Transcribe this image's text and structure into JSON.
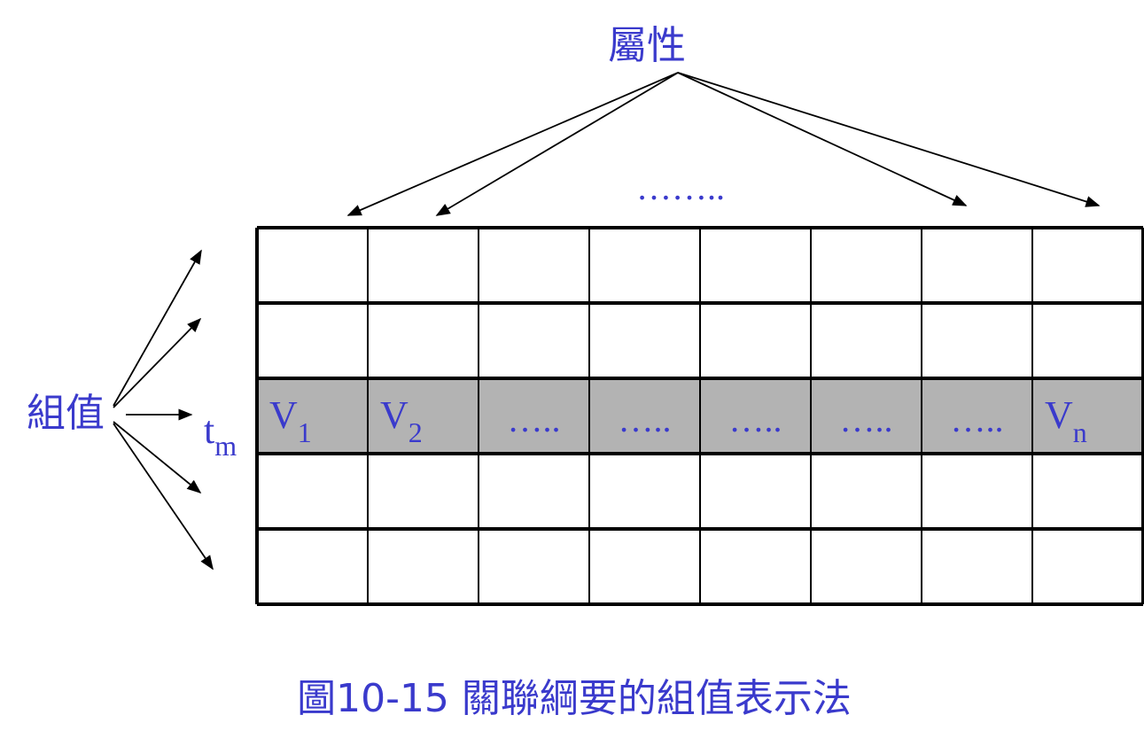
{
  "colors": {
    "text": "#3a3acc",
    "grid": "#000000",
    "highlight": "#b3b3b3",
    "arrow": "#000000"
  },
  "attribute_label": "屬性",
  "attribute_ellipsis": "……..",
  "tuple_label": "組值",
  "row_label": {
    "base": "t",
    "sub": "m"
  },
  "table": {
    "columns": 8,
    "rows": 5,
    "highlight_row": 3,
    "highlight_cells": [
      {
        "base": "V",
        "sub": "1"
      },
      {
        "base": "V",
        "sub": "2"
      },
      {
        "base": "…..",
        "sub": ""
      },
      {
        "base": "…..",
        "sub": ""
      },
      {
        "base": "…..",
        "sub": ""
      },
      {
        "base": "…..",
        "sub": ""
      },
      {
        "base": "…..",
        "sub": ""
      },
      {
        "base": "V",
        "sub": "n"
      }
    ]
  },
  "caption": "圖10-15 關聯綱要的組值表示法"
}
